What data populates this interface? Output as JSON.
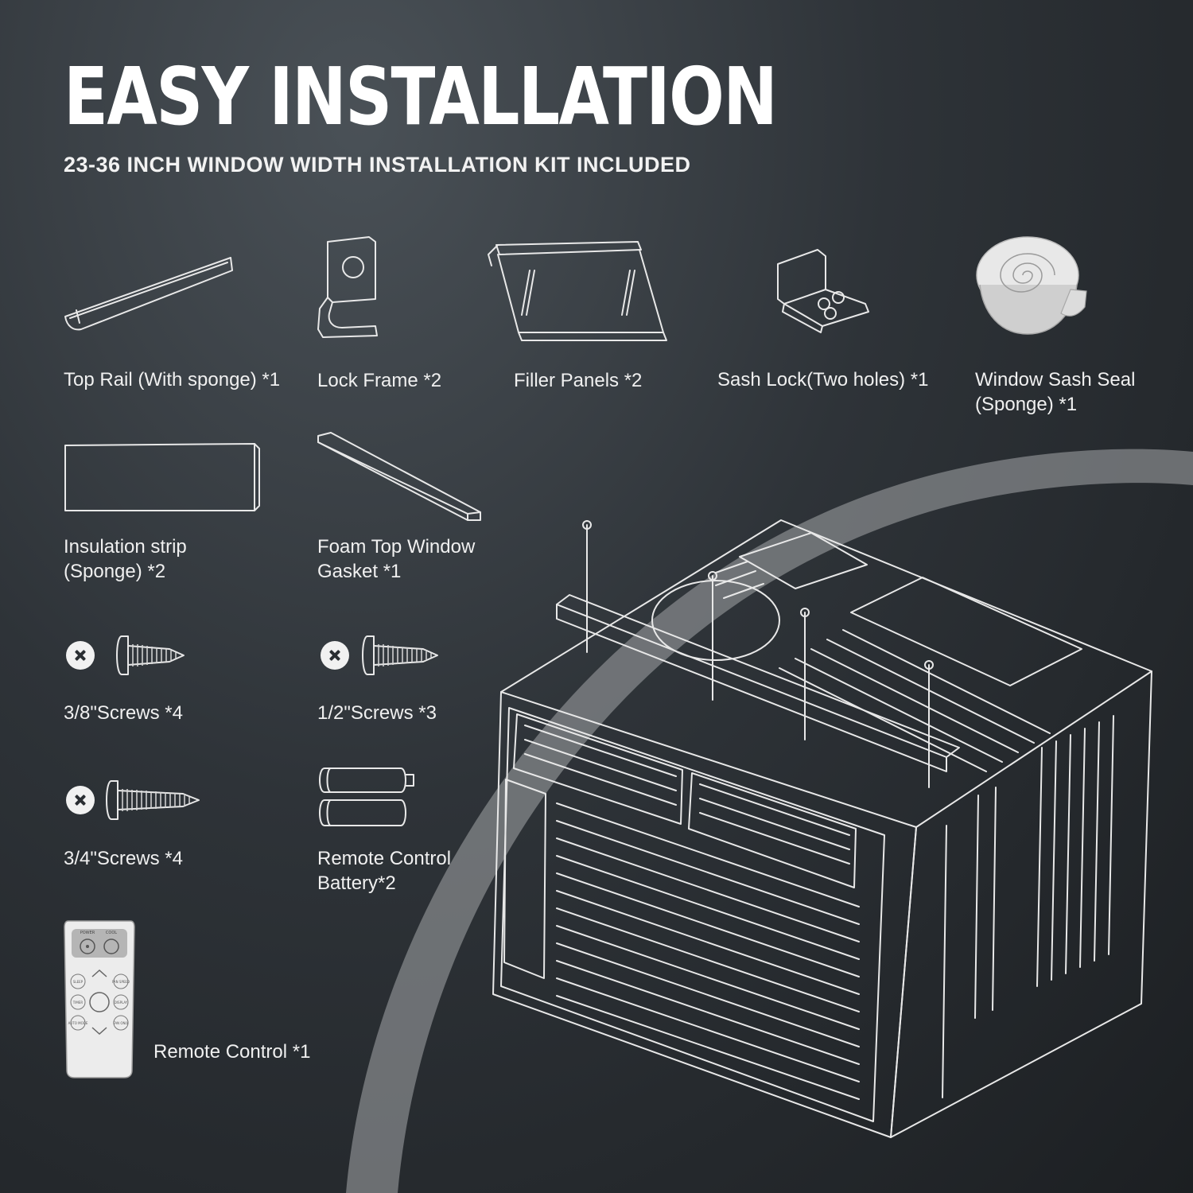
{
  "header": {
    "title": "EASY INSTALLATION",
    "subtitle": "23-36 INCH WINDOW WIDTH INSTALLATION KIT INCLUDED"
  },
  "kit_items": [
    {
      "label": "Top Rail (With sponge) *1",
      "icon": "top-rail-icon"
    },
    {
      "label": "Lock Frame *2",
      "icon": "lock-frame-icon"
    },
    {
      "label": "Filler Panels *2",
      "icon": "filler-panels-icon"
    },
    {
      "label": "Sash Lock(Two holes) *1",
      "icon": "sash-lock-icon"
    },
    {
      "label_line1": "Window Sash Seal",
      "label_line2": "(Sponge) *1",
      "icon": "sponge-roll-icon"
    },
    {
      "label_line1": "Insulation strip",
      "label_line2": "(Sponge) *2",
      "icon": "insulation-strip-icon"
    },
    {
      "label_line1": "Foam Top Window",
      "label_line2": "Gasket *1",
      "icon": "foam-gasket-icon"
    },
    {
      "label": "3/8\"Screws *4",
      "icon": "screw-icon"
    },
    {
      "label": "1/2\"Screws *3",
      "icon": "screw-icon"
    },
    {
      "label": "3/4\"Screws *4",
      "icon": "screw-icon"
    },
    {
      "label_line1": "Remote Control",
      "label_line2": "Battery*2",
      "icon": "battery-icon"
    },
    {
      "label": "Remote Control *1",
      "icon": "remote-control-icon"
    }
  ],
  "remote": {
    "top_buttons": [
      "POWER",
      "COOL"
    ],
    "rows": [
      [
        "SLEEP",
        "FAN SPEED"
      ],
      [
        "TIMER",
        "DISPLAY"
      ],
      [
        "AUTO MODE",
        "FAN ONLY"
      ]
    ]
  },
  "colors": {
    "background": "#2e3338",
    "line_art": "#e8e8e8",
    "text": "#ffffff",
    "arc": "#8a8d90"
  }
}
